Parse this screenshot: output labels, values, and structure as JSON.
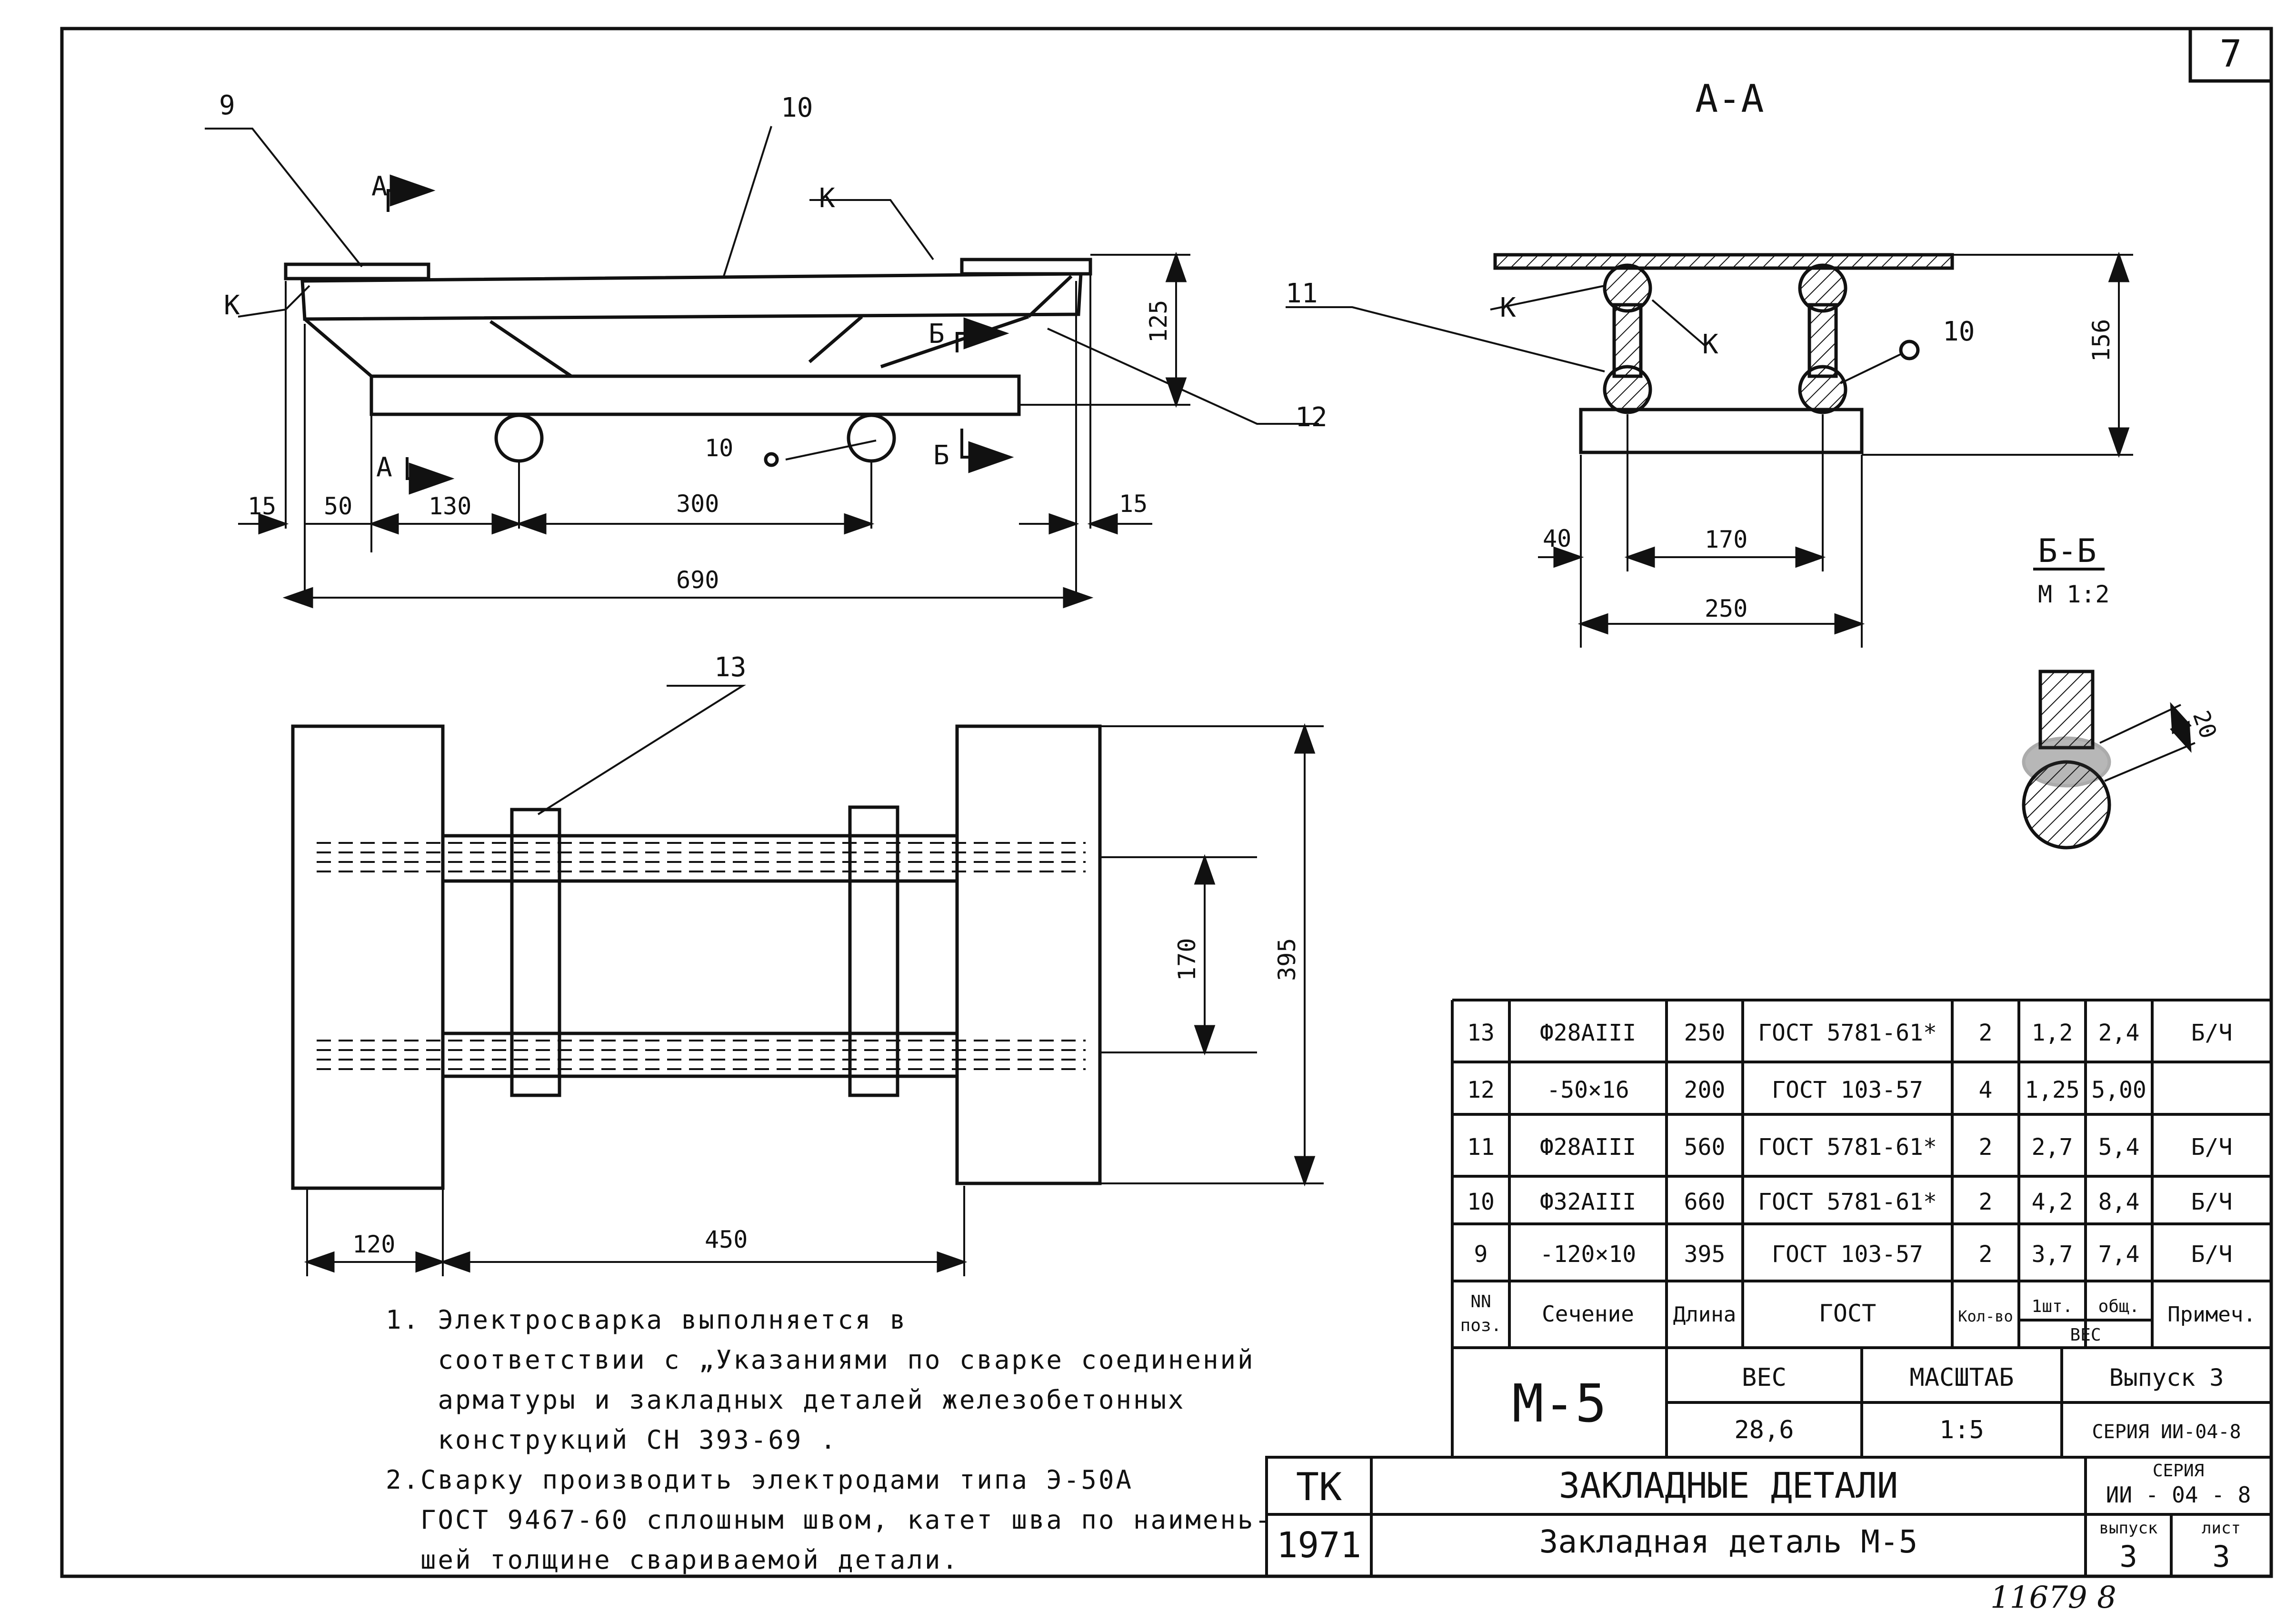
{
  "sheet_number": "7",
  "section_aa_title": "А-А",
  "section_bb_title": "Б-Б",
  "section_bb_scale": "М 1:2",
  "callouts": {
    "pos9": "9",
    "pos10_top": "10",
    "pos10_front": "10",
    "pos10_aa": "10",
    "pos11": "11",
    "pos12": "12",
    "pos13": "13",
    "k_left": "К",
    "k_top": "К",
    "k_aa_left": "К",
    "k_aa_mid": "К",
    "cut_a_top": "А",
    "cut_a_bottom": "А",
    "cut_b_top": "Б",
    "cut_b_bottom": "Б"
  },
  "dimensions": {
    "front_height": "125",
    "front_15_left": "15",
    "front_50": "50",
    "front_130": "130",
    "front_300": "300",
    "front_15_right": "15",
    "front_690": "690",
    "aa_height": "156",
    "aa_40": "40",
    "aa_170": "170",
    "aa_250": "250",
    "bb_20": "20",
    "plan_170": "170",
    "plan_395": "395",
    "plan_120": "120",
    "plan_450": "450"
  },
  "spec_table": {
    "rows": [
      {
        "pos": "13",
        "section": "Ф28АIII",
        "length": "250",
        "gost": "ГОСТ 5781-61*",
        "qty": "2",
        "w1": "1,2",
        "wt": "2,4",
        "note": "Б/Ч"
      },
      {
        "pos": "12",
        "section": "-50×16",
        "length": "200",
        "gost": "ГОСТ 103-57",
        "qty": "4",
        "w1": "1,25",
        "wt": "5,00",
        "note": ""
      },
      {
        "pos": "11",
        "section": "Ф28АIII",
        "length": "560",
        "gost": "ГОСТ 5781-61*",
        "qty": "2",
        "w1": "2,7",
        "wt": "5,4",
        "note": "Б/Ч"
      },
      {
        "pos": "10",
        "section": "Ф32АIII",
        "length": "660",
        "gost": "ГОСТ 5781-61*",
        "qty": "2",
        "w1": "4,2",
        "wt": "8,4",
        "note": "Б/Ч"
      },
      {
        "pos": "9",
        "section": "-120×10",
        "length": "395",
        "gost": "ГОСТ 103-57",
        "qty": "2",
        "w1": "3,7",
        "wt": "7,4",
        "note": "Б/Ч"
      }
    ],
    "header": {
      "pos_1": "NN",
      "pos_2": "поз.",
      "section": "Сечение",
      "length": "Длина",
      "gost": "ГОСТ",
      "qty": "Кол-во",
      "w1": "1шт.",
      "wt": "общ.",
      "weight": "ВЕС",
      "note": "Примеч."
    }
  },
  "title_block": {
    "mark": "М-5",
    "weight_label": "ВЕС",
    "weight_value": "28,6",
    "scale_label": "МАСШТАБ",
    "scale_value": "1:5",
    "issue_label_top": "Выпуск 3",
    "series_top": "СЕРИЯ ИИ-04-8",
    "org": "ТК",
    "year": "1971",
    "title_1": "ЗАКЛАДНЫЕ ДЕТАЛИ",
    "title_2": "Закладная деталь М-5",
    "series_label": "СЕРИЯ",
    "series_value": "ИИ - 04 - 8",
    "issue_label": "выпуск",
    "issue_value": "3",
    "sheet_label": "лист",
    "sheet_value": "3"
  },
  "notes": {
    "n1_l1": "1. Электросварка выполняется в",
    "n1_l2": "   соответствии с „Указаниями по сварке соединений",
    "n1_l3": "   арматуры и закладных деталей железобетонных",
    "n1_l4": "   конструкций СН 393-69 .",
    "n2_l1": "2.Сварку производить электродами типа Э-50А",
    "n2_l2": "  ГОСТ 9467-60 сплошным швом, катет шва по наимень-",
    "n2_l3": "  шей толщине свариваемой детали."
  },
  "handwritten_number": "11679 8"
}
